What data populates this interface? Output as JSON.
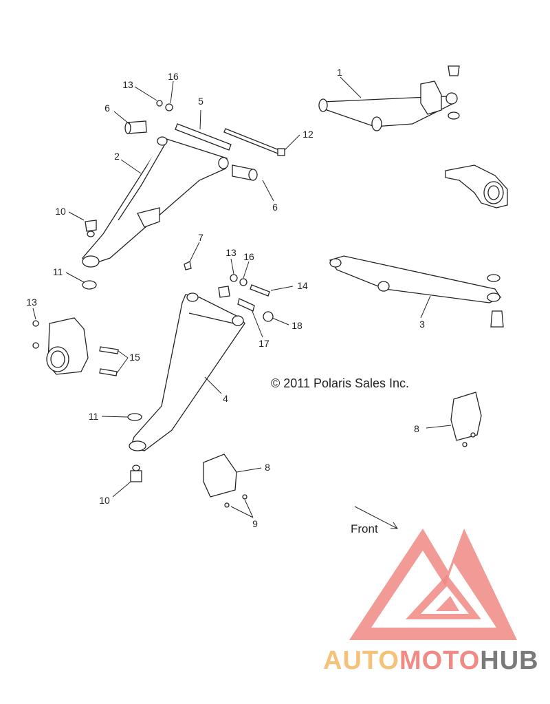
{
  "callouts": {
    "c1": "1",
    "c2": "2",
    "c3": "3",
    "c4": "4",
    "c5": "5",
    "c6a": "6",
    "c6b": "6",
    "c7": "7",
    "c8a": "8",
    "c8b": "8",
    "c9": "9",
    "c10a": "10",
    "c10b": "10",
    "c11a": "11",
    "c11b": "11",
    "c12": "12",
    "c13a": "13",
    "c13b": "13",
    "c13c": "13",
    "c14": "14",
    "c15": "15",
    "c16a": "16",
    "c16b": "16",
    "c17": "17",
    "c18": "18"
  },
  "copyright": "© 2011 Polaris Sales Inc.",
  "front_label": "Front",
  "watermark": {
    "part1": "AUTO",
    "part2": "MOTO",
    "part3": "HUB",
    "color_logo": "#f08a84",
    "color_auto": "#f5c27a",
    "color_moto": "#f08a84",
    "color_hub": "#7a7a7a"
  }
}
